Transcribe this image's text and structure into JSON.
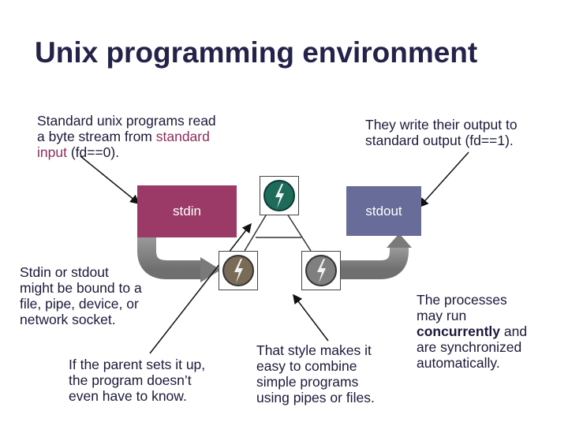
{
  "title": "Unix programming environment",
  "notes": {
    "stdin_note": {
      "line1": "Standard unix programs read",
      "line2": "a byte stream from ",
      "line2_accent": "standard",
      "line3_accent": "input",
      "line3": " (fd==0)."
    },
    "stdout_note": {
      "line1": "They write their output to",
      "line2": "standard output (fd==1)."
    },
    "binding_note": {
      "line1": "Stdin or stdout",
      "line2": "might be bound to a",
      "line3": "file, pipe, device, or",
      "line4": "network socket."
    },
    "parent_note": {
      "line1": "If the parent sets it up,",
      "line2": "the program doesn’t",
      "line3": "even have to know."
    },
    "style_note": {
      "line1": "That style makes it",
      "line2": "easy to combine",
      "line3": "simple programs",
      "line4": "using pipes or files."
    },
    "concurrency_note": {
      "line1": "The processes",
      "line2": "may run",
      "line3_bold": "concurrently",
      "line3": " and",
      "line4": "are synchronized",
      "line5": "automatically."
    }
  },
  "boxes": {
    "stdin_label": "stdin",
    "stdout_label": "stdout"
  },
  "colors": {
    "stdin": "#9b3a66",
    "stdout": "#676c98",
    "pipe": "#8c8c8c",
    "process_icon": "#1e6b5a",
    "process_icon_alt": "#7f7f7f",
    "title": "#23234a"
  }
}
